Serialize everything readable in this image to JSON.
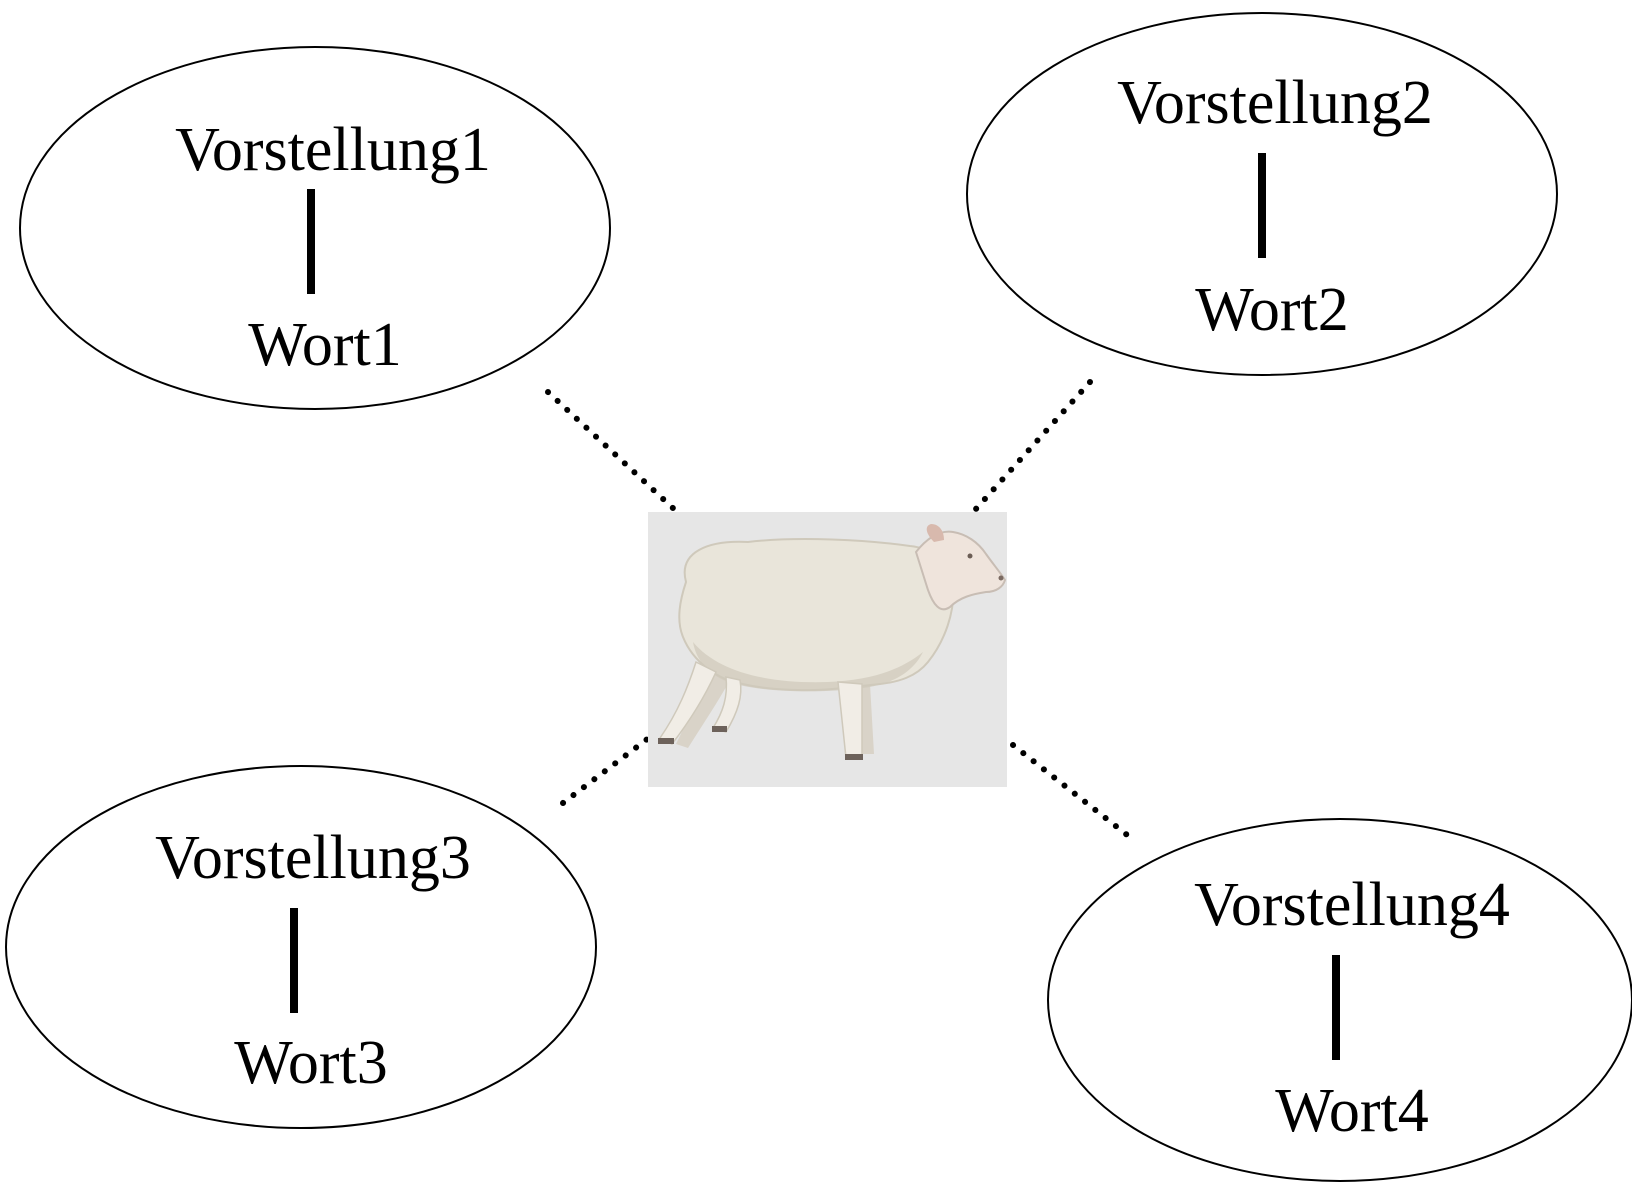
{
  "nodes": [
    {
      "id": "n1",
      "concept": "Vorstellung1",
      "word": "Wort1"
    },
    {
      "id": "n2",
      "concept": "Vorstellung2",
      "word": "Wort2"
    },
    {
      "id": "n3",
      "concept": "Vorstellung3",
      "word": "Wort3"
    },
    {
      "id": "n4",
      "concept": "Vorstellung4",
      "word": "Wort4"
    }
  ],
  "center": {
    "image": "sheep photograph"
  },
  "colors": {
    "background": "#ffffff",
    "ink": "#000000",
    "photo_background": "#e6e6e6",
    "wool": "#e9e5da",
    "wool_shadow": "#cfc9bb",
    "skin": "#efe4dc"
  }
}
